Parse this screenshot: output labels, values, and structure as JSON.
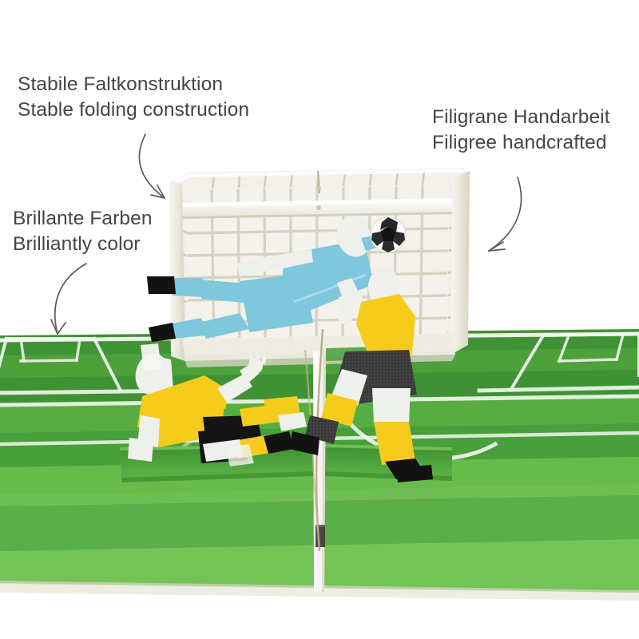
{
  "image": {
    "subject": "3D pop-up greeting card showing a football/soccer scene",
    "background_color": "#ffffff"
  },
  "annotations": [
    {
      "id": "stable-folding-construction",
      "line_de": "Stabile Faltkonstruktion",
      "line_en": "Stable folding construction",
      "text_color": "#4a4340",
      "arrow": "curved-arrow-down-right",
      "points_to": "goal-frame"
    },
    {
      "id": "filigree-handcrafted",
      "line_de": "Filigrane Handarbeit",
      "line_en": "Filigree handcrafted",
      "text_color": "#4a4340",
      "arrow": "curved-arrow-down-left",
      "points_to": "goal-net"
    },
    {
      "id": "brilliant-colors",
      "line_de": "Brillante Farben",
      "line_en": "Brilliantly color",
      "text_color": "#4a4340",
      "arrow": "curved-arrow-down-left",
      "points_to": "pitch"
    }
  ],
  "scene": {
    "pitch": {
      "name": "football-pitch",
      "stripe_colors": [
        "#3e9033",
        "#52a83f",
        "#6dbc4a",
        "#49a23c",
        "#5fb345",
        "#74c24f"
      ],
      "line_color": "#f2f5ef",
      "markings": [
        "penalty-box-left",
        "penalty-box-right",
        "goal-area",
        "center-circle-arc",
        "touchline"
      ]
    },
    "goal": {
      "name": "soccer-goal",
      "frame_color": "#f6f5f0",
      "net_color": "#ece9df",
      "shadow_color": "#d8d4c6"
    },
    "ball": {
      "name": "soccer-ball",
      "base_color": "#ffffff",
      "panel_color": "#141414"
    },
    "players": [
      {
        "name": "goalkeeper-diving",
        "shirt_color": "#7ec7dd",
        "shorts_color": "#7ec7dd",
        "socks_color": "#7ec7dd",
        "boot_color": "#121212",
        "skin_color": "#eef0ec"
      },
      {
        "name": "striker-running",
        "shirt_color": "#f5cc1c",
        "shorts_color": "#3c3c3c",
        "socks_color": "#f5cc1c",
        "boot_color": "#121212",
        "skin_color": "#eef0ec"
      },
      {
        "name": "player-sliding",
        "shirt_color": "#f5cc1c",
        "shorts_color": "#141414",
        "socks_color": "#f5cc1c",
        "boot_color": "#121212",
        "skin_color": "#eef0ec"
      }
    ],
    "card": {
      "name": "popup-card",
      "center_fold_color": "#f4f4f0",
      "edge_color": "#eceadf"
    }
  }
}
